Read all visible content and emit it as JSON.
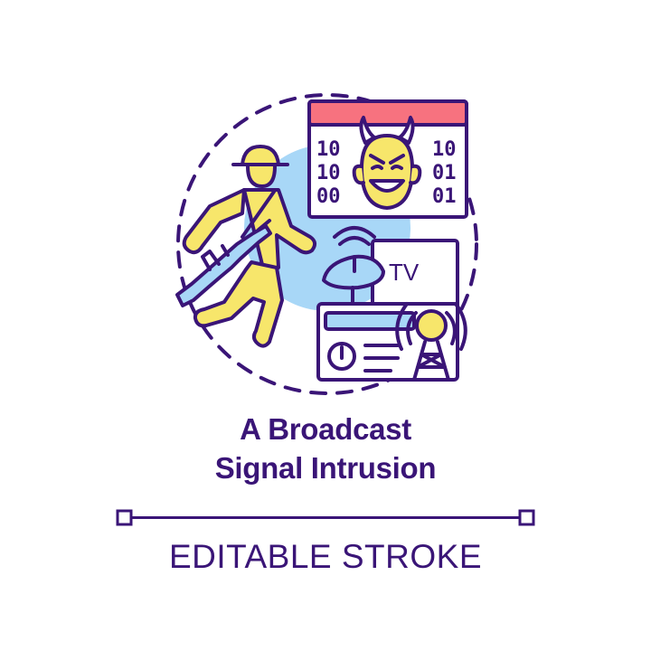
{
  "colors": {
    "stroke": "#3a1577",
    "yellow": "#f7e66b",
    "blue": "#a8d7f7",
    "pink": "#f7727f",
    "white": "#ffffff"
  },
  "title": {
    "line1": "A Broadcast",
    "line2": "Signal Intrusion"
  },
  "caption": "EDITABLE STROKE",
  "calendar": {
    "left_digits": [
      "10",
      "10",
      "00"
    ],
    "right_digits": [
      "10",
      "01",
      "01"
    ]
  },
  "tv": {
    "label": "TV"
  },
  "icons": [
    "soldier-icon",
    "rifle-icon",
    "devil-face-icon",
    "satellite-dish-icon",
    "radio-tower-icon",
    "power-button-icon"
  ]
}
